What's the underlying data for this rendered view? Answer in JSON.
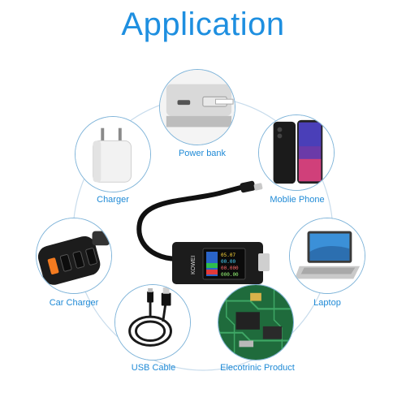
{
  "title": "Application",
  "accent_color": "#1e8fe0",
  "ring_color": "#c8dcec",
  "items": [
    {
      "label": "Power bank",
      "icon": "power-bank-icon"
    },
    {
      "label": "Charger",
      "icon": "charger-icon"
    },
    {
      "label": "Moblie Phone",
      "icon": "phone-icon"
    },
    {
      "label": "Car Charger",
      "icon": "car-charger-icon"
    },
    {
      "label": "Laptop",
      "icon": "laptop-icon"
    },
    {
      "label": "USB Cable",
      "icon": "usb-cable-icon"
    },
    {
      "label": "Elecotrinic Product",
      "icon": "circuit-board-icon"
    }
  ],
  "device": {
    "brand": "KOWEI",
    "screen_lines": [
      "05.07",
      "00.00",
      "00.000",
      "000.00"
    ]
  }
}
